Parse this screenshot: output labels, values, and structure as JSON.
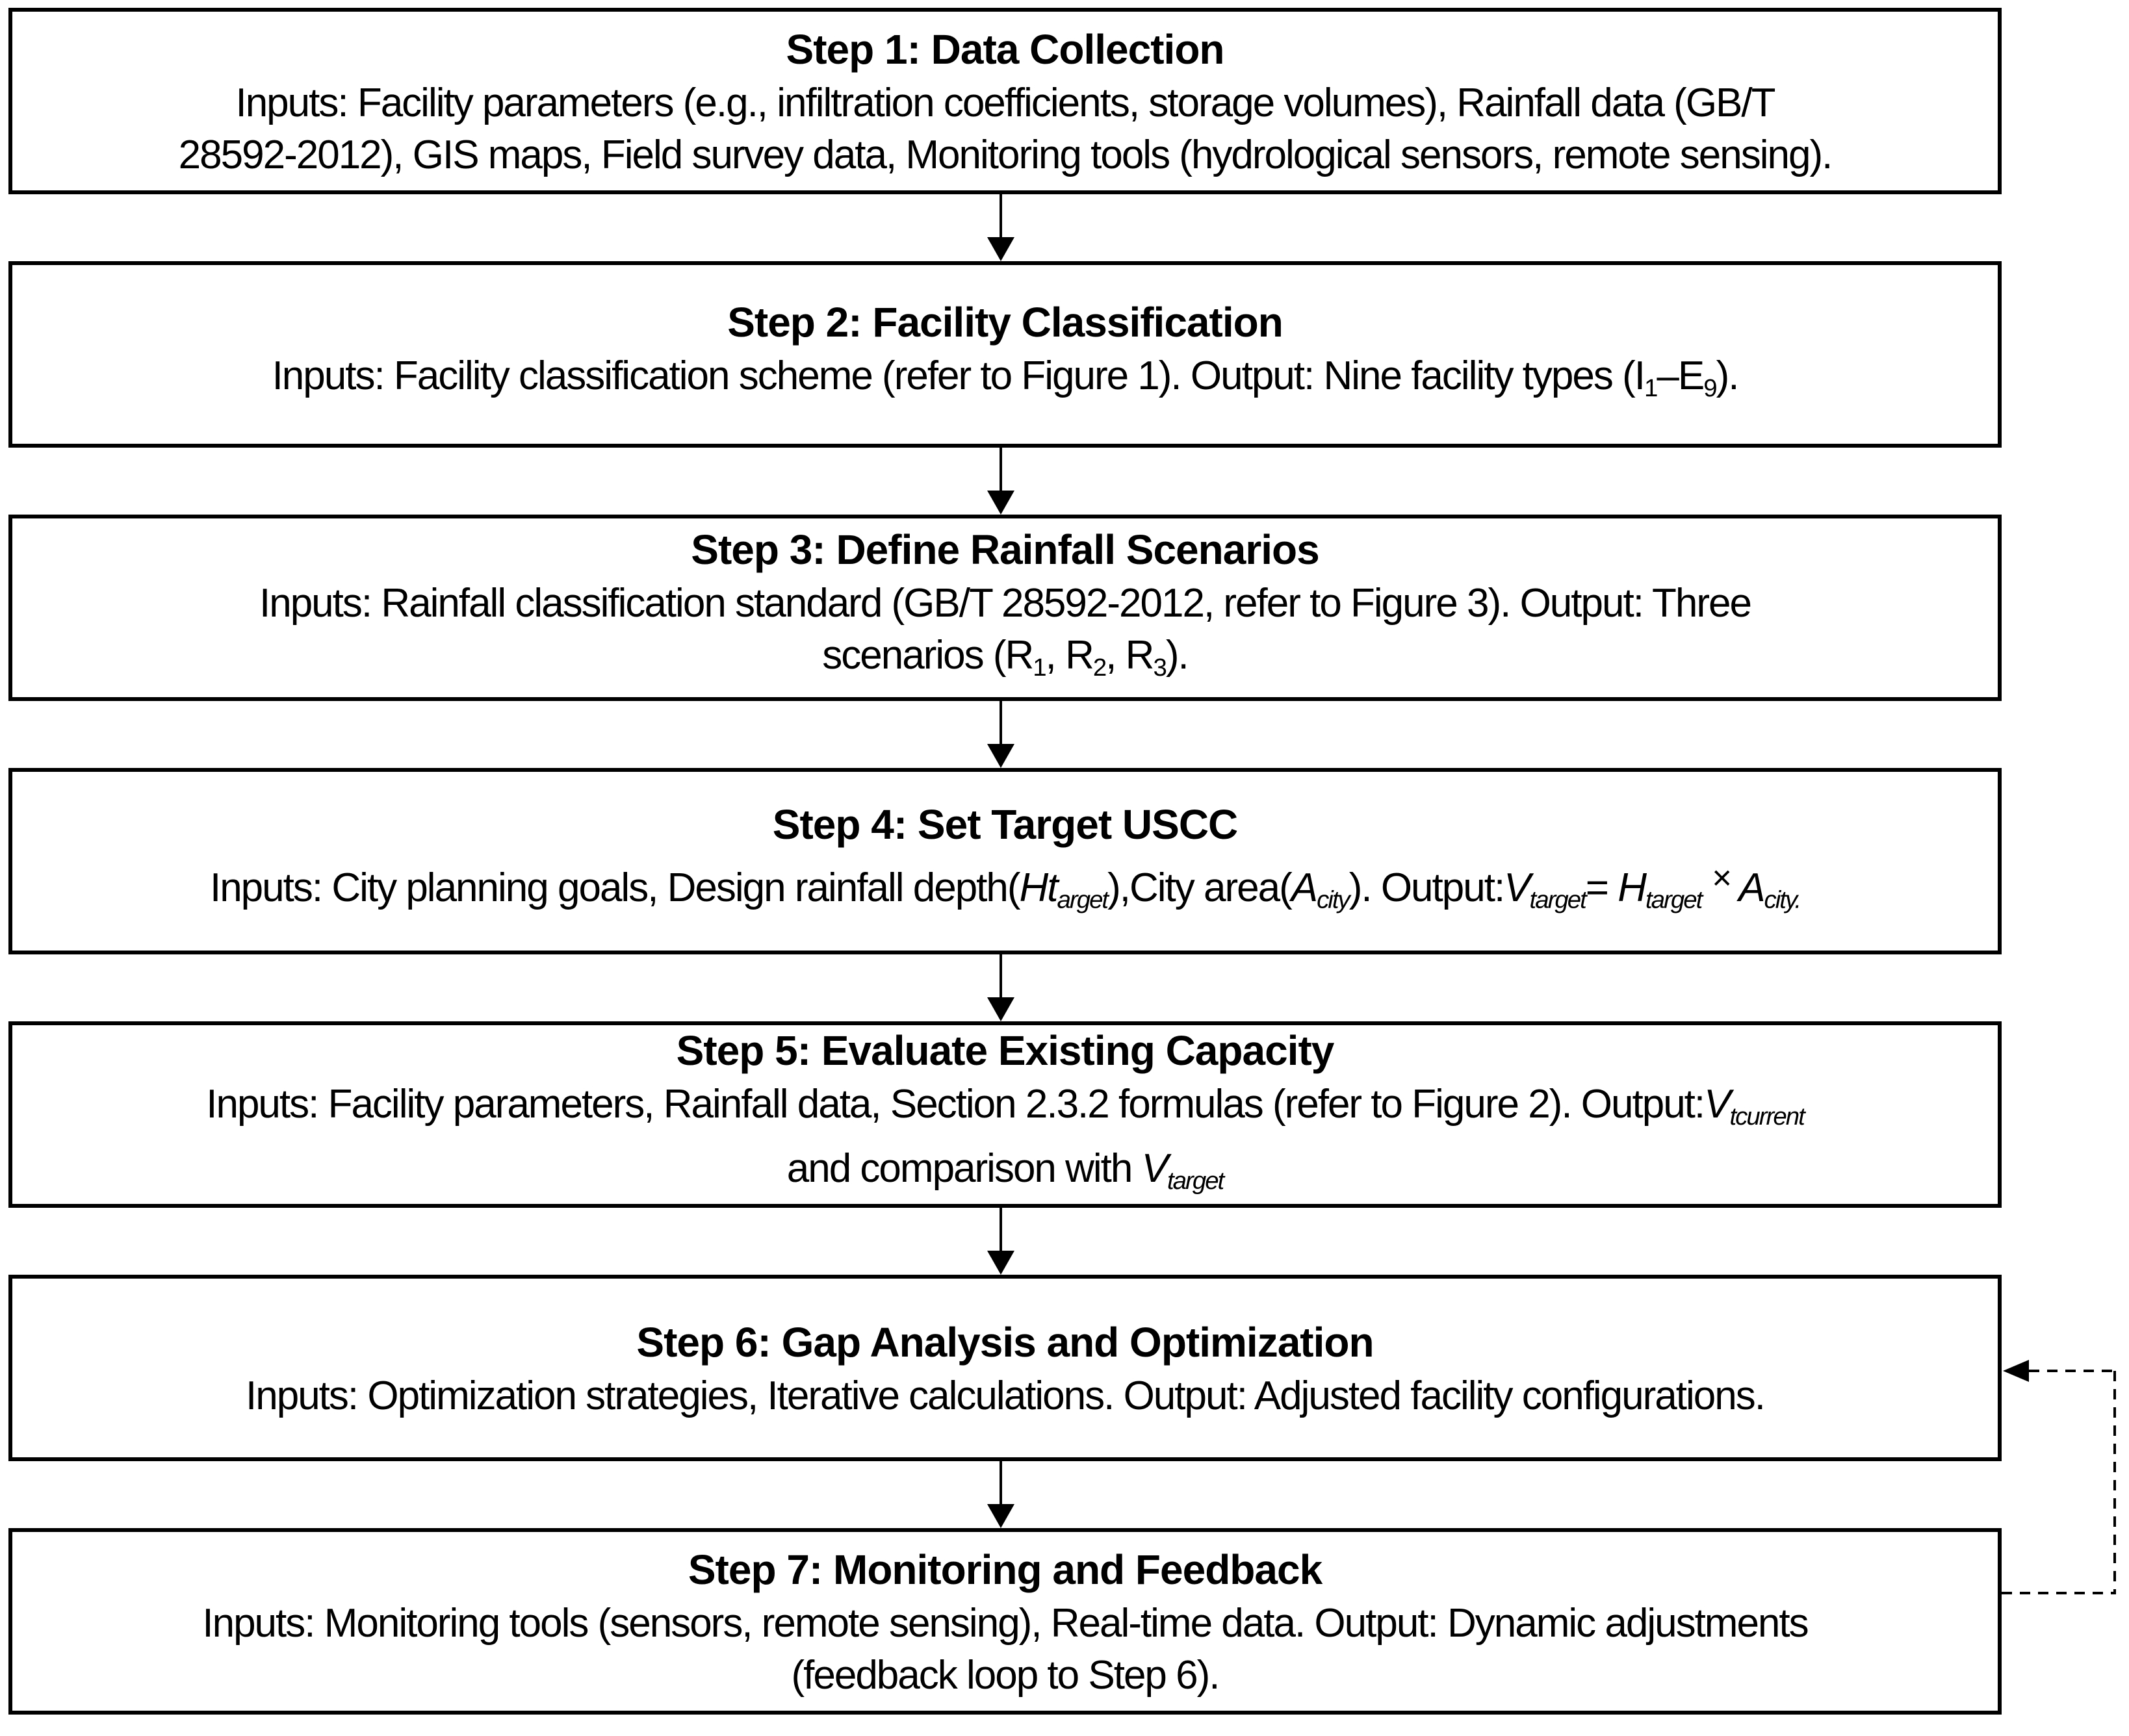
{
  "flow": {
    "background": "#ffffff",
    "ink": "#000000",
    "steps": [
      {
        "title": "Step 1: Data Collection",
        "body": [
          {
            "t": "Inputs: Facility parameters (e.g., infiltration coefficients, storage volumes), Rainfall data (GB/T"
          },
          {
            "br": true
          },
          {
            "t": "28592-2012), GIS maps, Field survey data, Monitoring tools (hydrological sensors, remote sensing)."
          }
        ]
      },
      {
        "title": "Step 2: Facility Classification",
        "body": [
          {
            "t": "Inputs: Facility classification scheme (refer to Figure 1). Output: Nine facility types (I"
          },
          {
            "t": "1",
            "s": "sub"
          },
          {
            "t": "–E"
          },
          {
            "t": "9",
            "s": "sub"
          },
          {
            "t": ")."
          }
        ]
      },
      {
        "title": "Step 3: Define Rainfall Scenarios",
        "body": [
          {
            "t": "Inputs: Rainfall classification standard (GB/T 28592-2012, refer to Figure 3). Output: Three"
          },
          {
            "br": true
          },
          {
            "t": "scenarios (R"
          },
          {
            "t": "1",
            "s": "sub"
          },
          {
            "t": ", R"
          },
          {
            "t": "2",
            "s": "sub"
          },
          {
            "t": ", R"
          },
          {
            "t": "3",
            "s": "sub"
          },
          {
            "t": ")."
          }
        ]
      },
      {
        "title": "Step 4: Set Target USCC",
        "body": [
          {
            "t": "Inputs: City planning goals, Design rainfall depth("
          },
          {
            "t": "Ht",
            "s": "i"
          },
          {
            "t": "arget",
            "s": "isub"
          },
          {
            "t": "),City area("
          },
          {
            "t": "A",
            "s": "i"
          },
          {
            "t": "city",
            "s": "isub"
          },
          {
            "t": "). Output:"
          },
          {
            "t": "V",
            "s": "i"
          },
          {
            "t": "target",
            "s": "isub"
          },
          {
            "t": "="
          },
          {
            "t": " H",
            "s": "i"
          },
          {
            "t": "target",
            "s": "isub"
          },
          {
            "t": " "
          },
          {
            "t": "×",
            "s": "raise"
          },
          {
            "t": " A",
            "s": "i"
          },
          {
            "t": "city.",
            "s": "isub"
          }
        ]
      },
      {
        "title": "Step 5: Evaluate Existing Capacity",
        "body": [
          {
            "t": "Inputs: Facility parameters, Rainfall data, Section 2.3.2 formulas (refer to Figure 2). Output:"
          },
          {
            "t": "V",
            "s": "i"
          },
          {
            "t": "tcurrent",
            "s": "isub"
          },
          {
            "br": true
          },
          {
            "t": "and comparison with "
          },
          {
            "t": "V",
            "s": "i"
          },
          {
            "t": "target",
            "s": "isub"
          }
        ]
      },
      {
        "title": "Step 6: Gap Analysis and Optimization",
        "body": [
          {
            "t": "Inputs: Optimization strategies, Iterative calculations. Output: Adjusted facility configurations."
          }
        ]
      },
      {
        "title": "Step 7: Monitoring and Feedback",
        "body": [
          {
            "t": "Inputs: Monitoring tools (sensors, remote sensing), Real-time data. Output: Dynamic adjustments"
          },
          {
            "br": true
          },
          {
            "t": "(feedback loop to Step 6)."
          }
        ]
      }
    ]
  }
}
